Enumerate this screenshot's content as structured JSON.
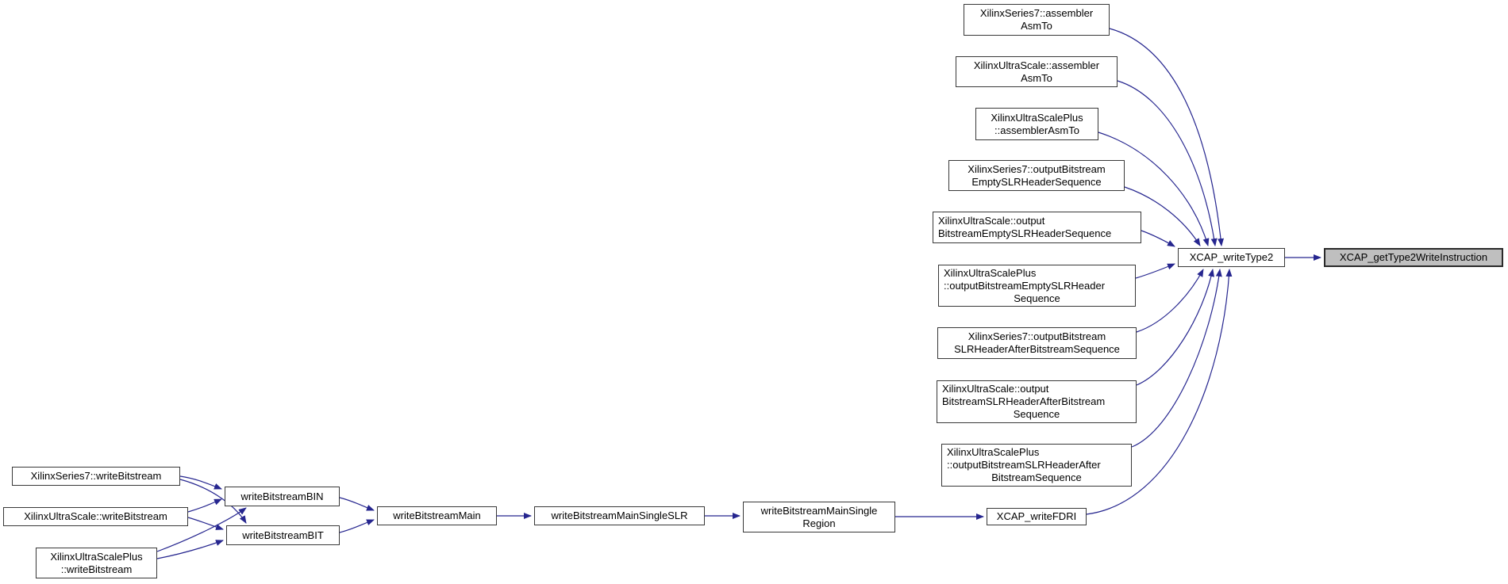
{
  "diagram": {
    "type": "call-graph",
    "colors": {
      "edge": "#26268f",
      "node_fill": "#ffffff",
      "node_border": "#383838",
      "highlight_fill": "#bfbfbf",
      "text": "#000000",
      "background": "#ffffff"
    },
    "nodes": [
      {
        "id": "asm7",
        "lines": [
          "XilinxSeries7::assembler",
          "AsmTo"
        ]
      },
      {
        "id": "asmUS",
        "lines": [
          "XilinxUltraScale::assembler",
          "AsmTo"
        ]
      },
      {
        "id": "asmUSP",
        "lines": [
          "XilinxUltraScalePlus",
          "::assemblerAsmTo"
        ]
      },
      {
        "id": "oes7",
        "lines": [
          "XilinxSeries7::outputBitstream",
          "EmptySLRHeaderSequence"
        ]
      },
      {
        "id": "oesUS",
        "lines": [
          "XilinxUltraScale::output",
          "BitstreamEmptySLRHeaderSequence"
        ]
      },
      {
        "id": "oesUSP",
        "lines": [
          "XilinxUltraScalePlus",
          "::outputBitstreamEmptySLRHeader",
          "Sequence"
        ]
      },
      {
        "id": "osa7",
        "lines": [
          "XilinxSeries7::outputBitstream",
          "SLRHeaderAfterBitstreamSequence"
        ]
      },
      {
        "id": "osaUS",
        "lines": [
          "XilinxUltraScale::output",
          "BitstreamSLRHeaderAfterBitstream",
          "Sequence"
        ]
      },
      {
        "id": "osaUSP",
        "lines": [
          "XilinxUltraScalePlus",
          "::outputBitstreamSLRHeaderAfter",
          "BitstreamSequence"
        ]
      },
      {
        "id": "wt2",
        "lines": [
          "XCAP_writeType2"
        ]
      },
      {
        "id": "target",
        "lines": [
          "XCAP_getType2WriteInstruction"
        ],
        "highlighted": true
      },
      {
        "id": "wb7",
        "lines": [
          "XilinxSeries7::writeBitstream"
        ]
      },
      {
        "id": "wbUS",
        "lines": [
          "XilinxUltraScale::writeBitstream"
        ]
      },
      {
        "id": "wbUSP",
        "lines": [
          "XilinxUltraScalePlus",
          "::writeBitstream"
        ]
      },
      {
        "id": "bin",
        "lines": [
          "writeBitstreamBIN"
        ]
      },
      {
        "id": "bit",
        "lines": [
          "writeBitstreamBIT"
        ]
      },
      {
        "id": "main",
        "lines": [
          "writeBitstreamMain"
        ]
      },
      {
        "id": "singleSLR",
        "lines": [
          "writeBitstreamMainSingleSLR"
        ]
      },
      {
        "id": "singleRegion",
        "lines": [
          "writeBitstreamMainSingle",
          "Region"
        ]
      },
      {
        "id": "fdri",
        "lines": [
          "XCAP_writeFDRI"
        ]
      }
    ],
    "edges": [
      {
        "from": "asm7",
        "to": "wt2"
      },
      {
        "from": "asmUS",
        "to": "wt2"
      },
      {
        "from": "asmUSP",
        "to": "wt2"
      },
      {
        "from": "oes7",
        "to": "wt2"
      },
      {
        "from": "oesUS",
        "to": "wt2"
      },
      {
        "from": "oesUSP",
        "to": "wt2"
      },
      {
        "from": "osa7",
        "to": "wt2"
      },
      {
        "from": "osaUS",
        "to": "wt2"
      },
      {
        "from": "osaUSP",
        "to": "wt2"
      },
      {
        "from": "fdri",
        "to": "wt2"
      },
      {
        "from": "wt2",
        "to": "target"
      },
      {
        "from": "wb7",
        "to": "bin"
      },
      {
        "from": "wb7",
        "to": "bit"
      },
      {
        "from": "wbUS",
        "to": "bin"
      },
      {
        "from": "wbUS",
        "to": "bit"
      },
      {
        "from": "wbUSP",
        "to": "bin"
      },
      {
        "from": "wbUSP",
        "to": "bit"
      },
      {
        "from": "bin",
        "to": "main"
      },
      {
        "from": "bit",
        "to": "main"
      },
      {
        "from": "main",
        "to": "singleSLR"
      },
      {
        "from": "singleSLR",
        "to": "singleRegion"
      },
      {
        "from": "singleRegion",
        "to": "fdri"
      }
    ]
  }
}
